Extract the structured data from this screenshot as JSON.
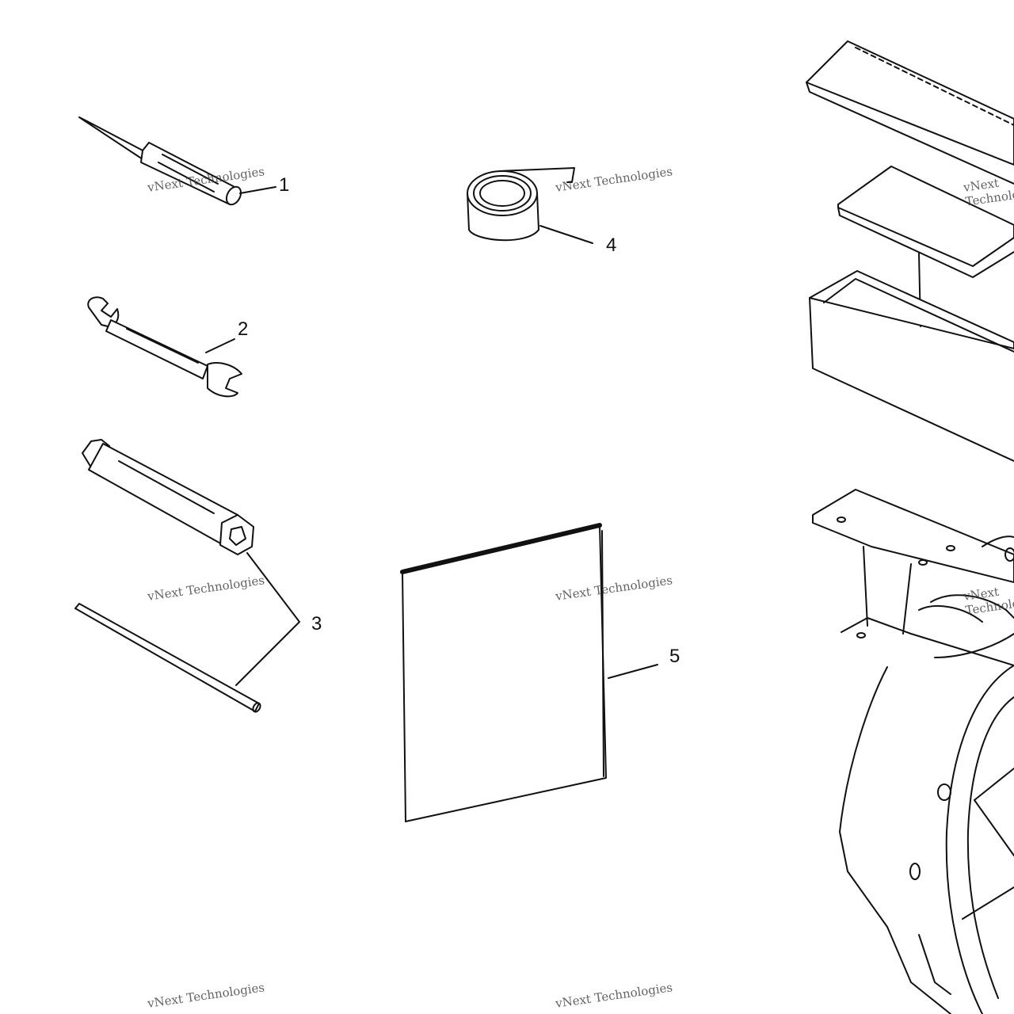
{
  "callouts": {
    "c1": "1",
    "c2": "2",
    "c3": "3",
    "c4": "4",
    "c5": "5"
  },
  "watermark": {
    "line1": "vNext Technologies",
    "line2": "vNext Technologies"
  },
  "colors": {
    "ink": "#111111",
    "paper": "#ffffff"
  }
}
